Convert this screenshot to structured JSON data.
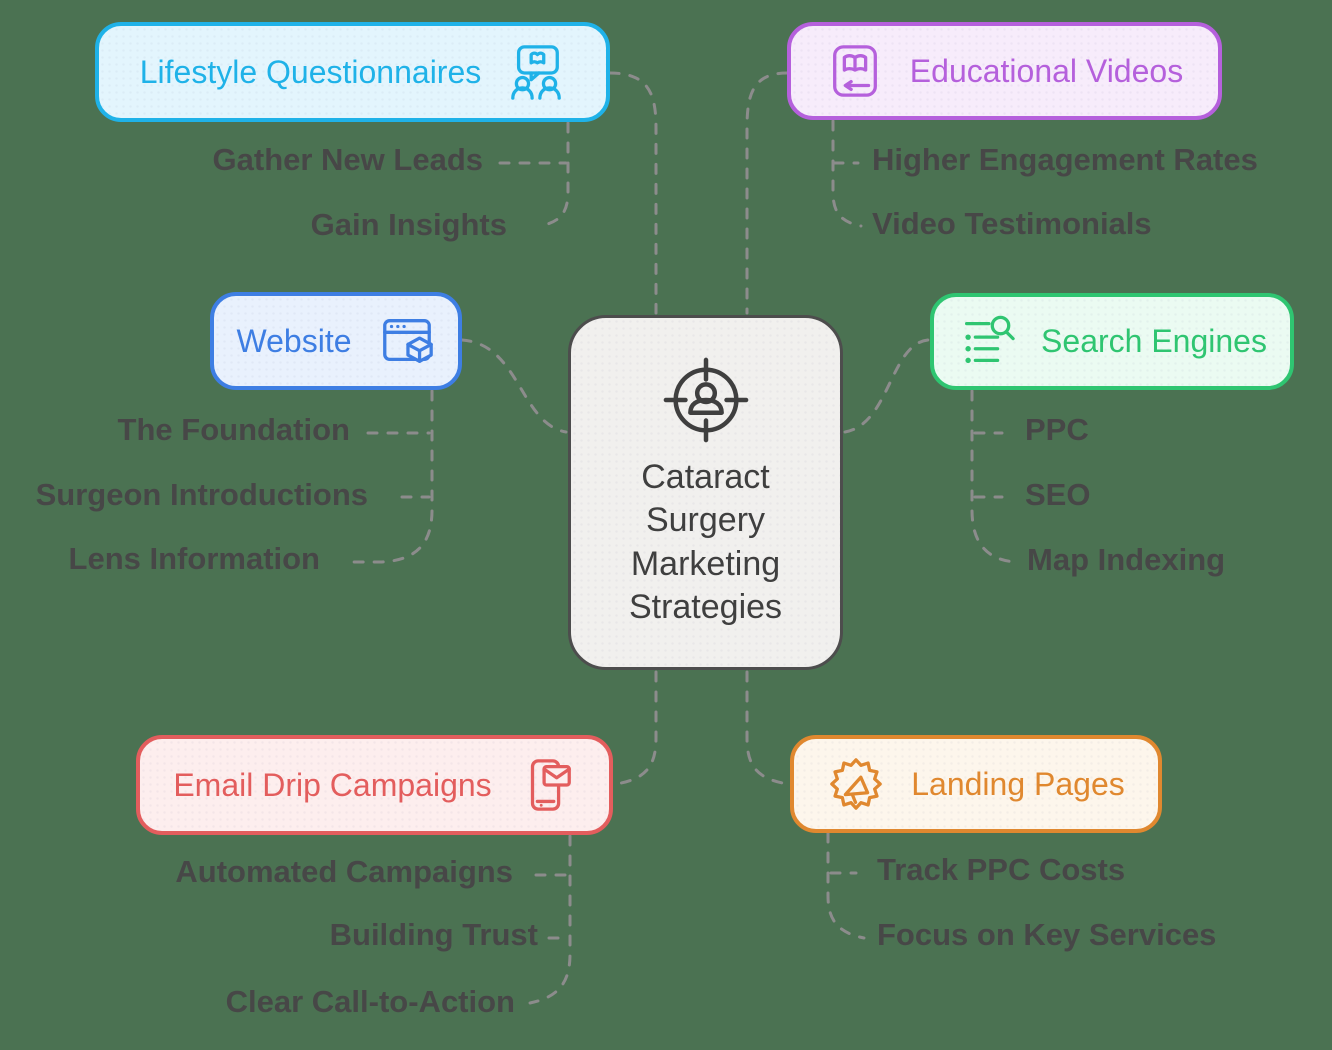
{
  "diagram": {
    "title": "Cataract Surgery Marketing Strategies",
    "background_color": "#4b7252",
    "connector_color": "#8c8c8c",
    "connector_style": "dashed",
    "child_label_color": "#474747"
  },
  "center": {
    "title_lines": [
      "Cataract",
      "Surgery",
      "Marketing",
      "Strategies"
    ],
    "icon": "target-user-icon",
    "background": "#f1f0ee",
    "border_color": "#4d4d4d",
    "text_color": "#3f3f3f"
  },
  "branches": [
    {
      "label": "Lifestyle Questionnaires",
      "icon": "people-chat-icon",
      "color": "#1fb2e8",
      "background": "#e3f5fd",
      "children": [
        "Gather New Leads",
        "Gain Insights"
      ]
    },
    {
      "label": "Educational Videos",
      "icon": "video-book-icon",
      "color": "#b560dc",
      "background": "#f7ecfb",
      "children": [
        "Higher Engagement Rates",
        "Video Testimonials"
      ]
    },
    {
      "label": "Website",
      "icon": "browser-cube-icon",
      "color": "#3e7ee3",
      "background": "#e9f1fd",
      "children": [
        "The Foundation",
        "Surgeon Introductions",
        "Lens Information"
      ]
    },
    {
      "label": "Search Engines",
      "icon": "list-search-icon",
      "color": "#2fc571",
      "background": "#ebfbf2",
      "children": [
        "PPC",
        "SEO",
        "Map Indexing"
      ]
    },
    {
      "label": "Email Drip Campaigns",
      "icon": "phone-mail-icon",
      "color": "#e35d5d",
      "background": "#fdeeee",
      "children": [
        "Automated Campaigns",
        "Building Trust",
        "Clear Call-to-Action"
      ]
    },
    {
      "label": "Landing Pages",
      "icon": "badge-megaphone-icon",
      "color": "#e0882f",
      "background": "#fdf6ec",
      "children": [
        "Track PPC Costs",
        "Focus on Key Services"
      ]
    }
  ]
}
